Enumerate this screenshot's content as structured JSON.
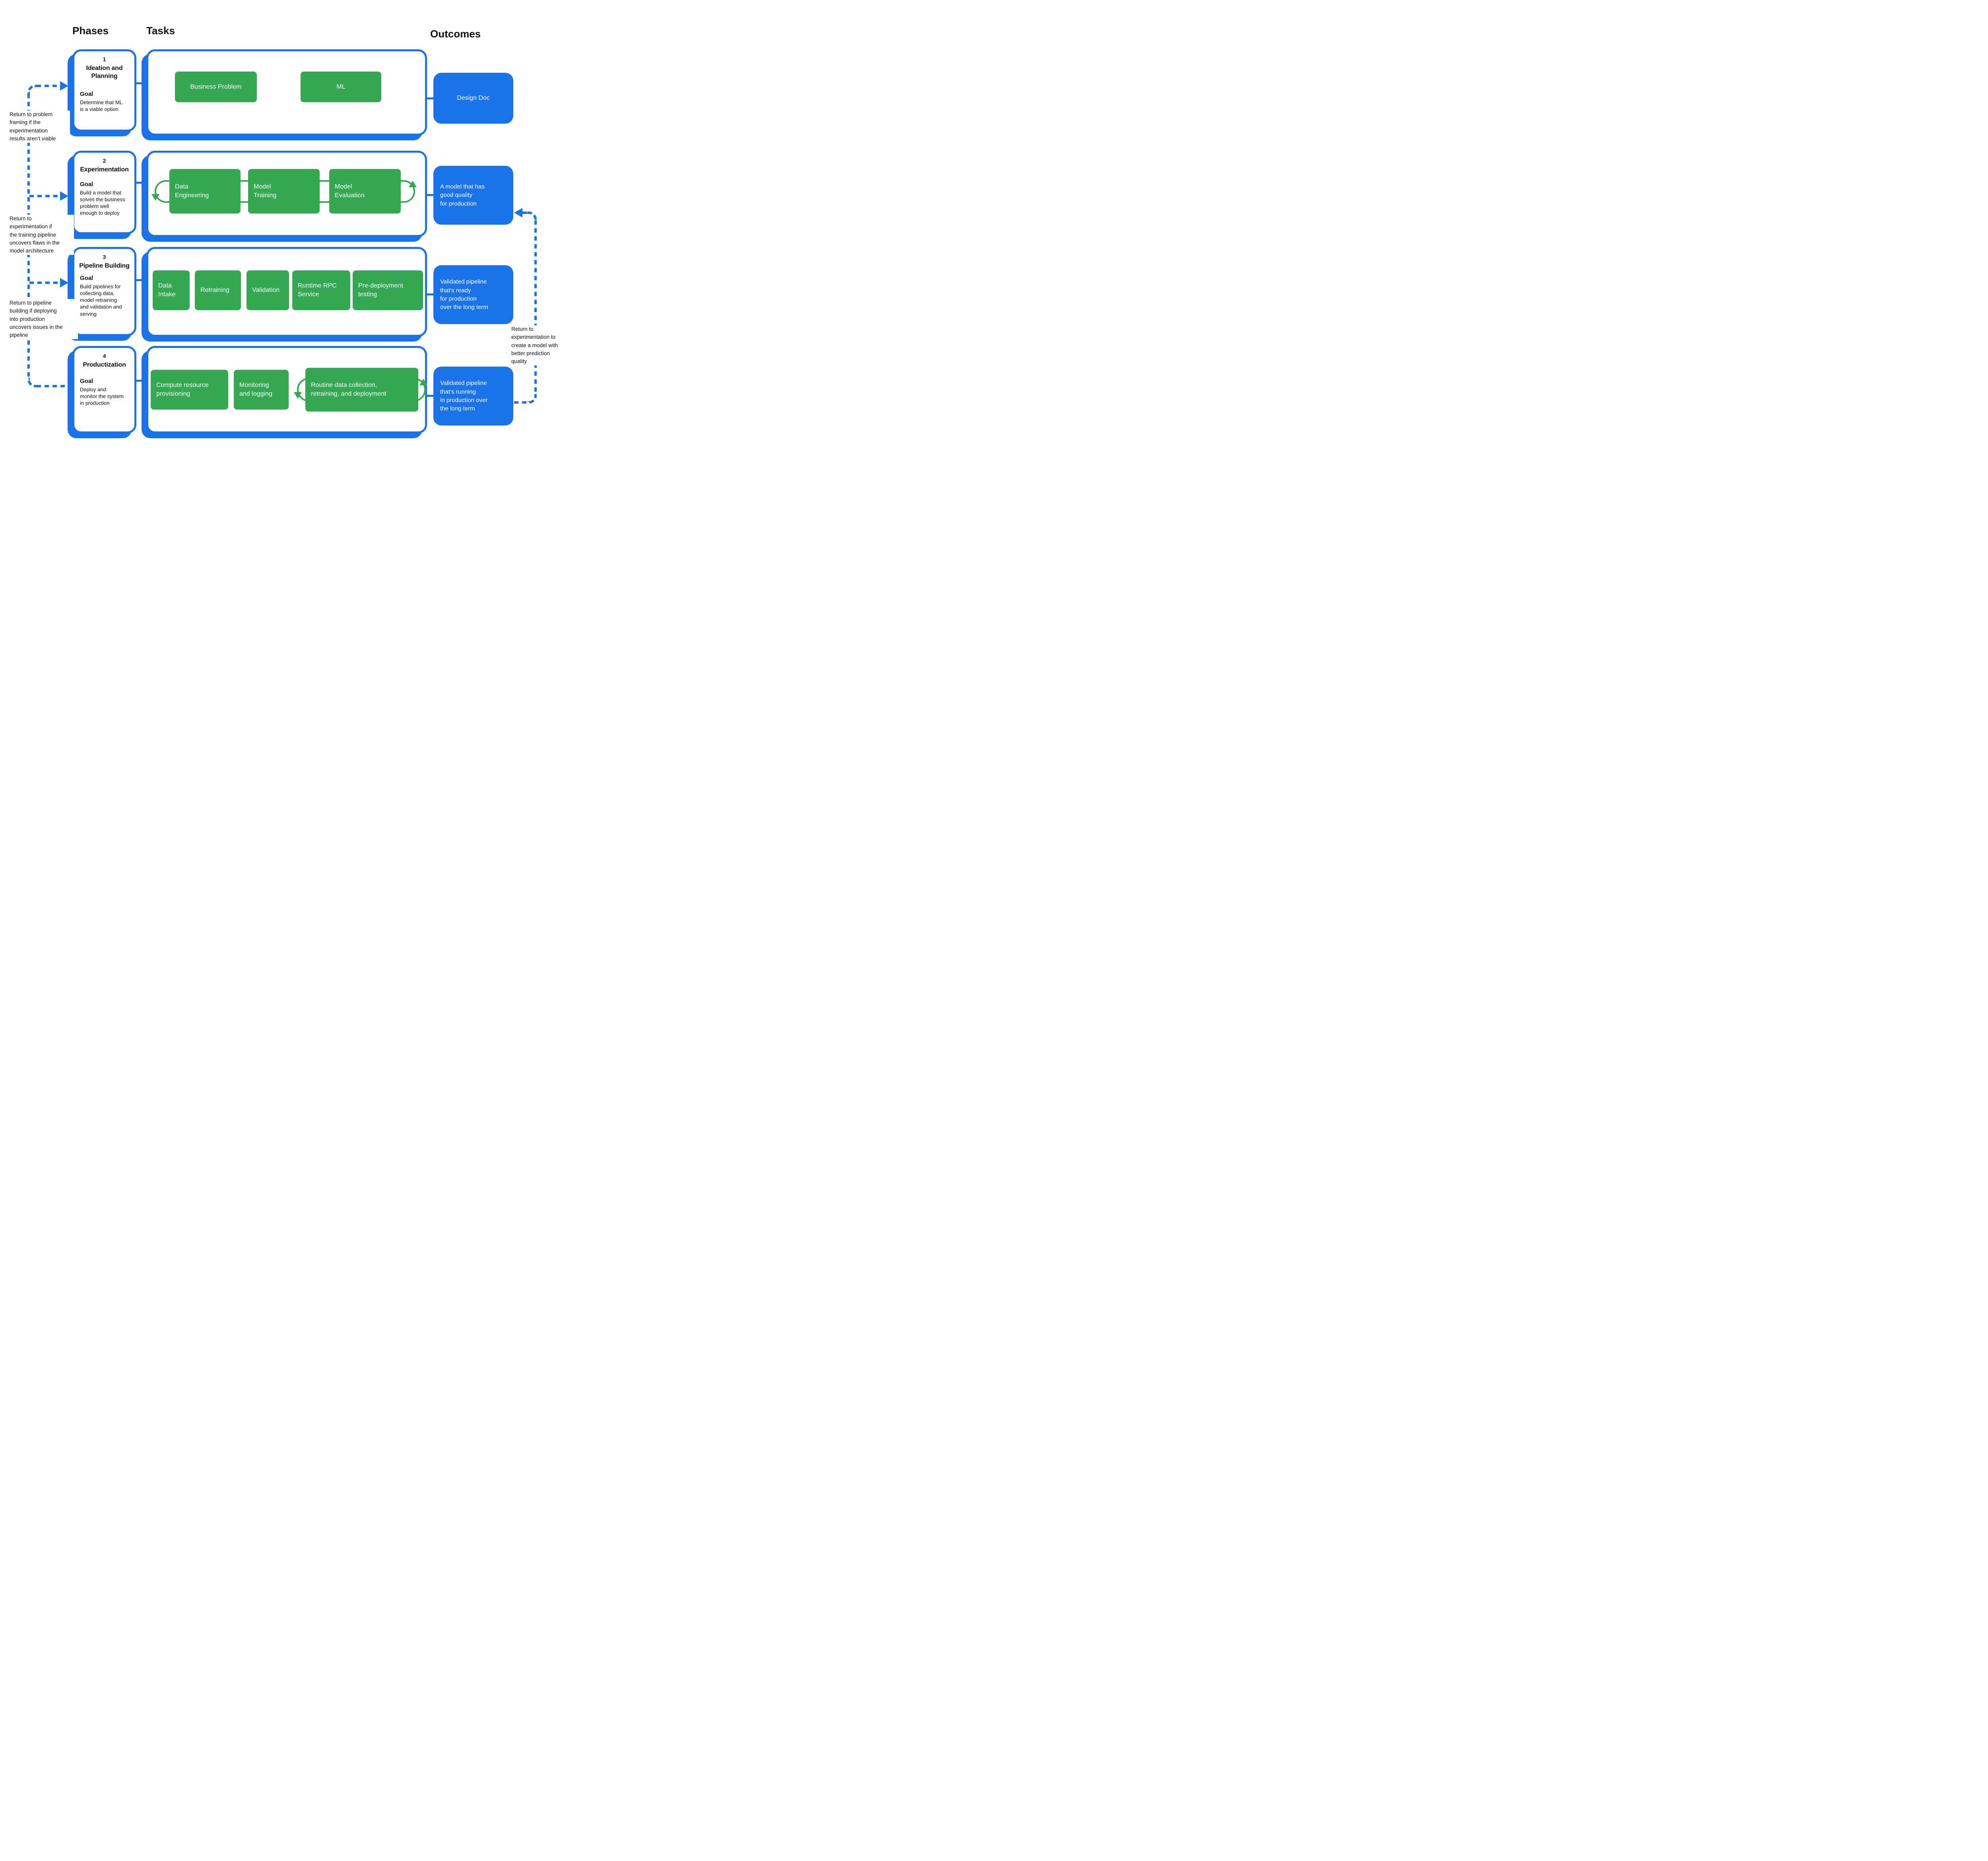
{
  "headers": {
    "phases": "Phases",
    "tasks": "Tasks",
    "outcomes": "Outcomes"
  },
  "colors": {
    "blue": "#1A73E8",
    "green": "#34A853",
    "text": "#111111"
  },
  "phases": [
    {
      "number": "1",
      "title": "Ideation and Planning",
      "goal_label": "Goal",
      "goal": "Determine that ML\nis a viable option"
    },
    {
      "number": "2",
      "title": "Experimentation",
      "goal_label": "Goal",
      "goal": "Build a model that\nsolves the business\nproblem well\nenough to deploy"
    },
    {
      "number": "3",
      "title": "Pipeline Building",
      "goal_label": "Goal",
      "goal": "Build pipelines for\ncollecting data,\nmodel retraining\nand validation and\nserving"
    },
    {
      "number": "4",
      "title": "Productization",
      "goal_label": "Goal",
      "goal": "Deploy and\nmonitor the system\nin production"
    }
  ],
  "tasks": {
    "row1": [
      "Business Problem",
      "ML"
    ],
    "row2": [
      "Data\nEngineering",
      "Model\nTraining",
      "Model\nEvaluation"
    ],
    "row3": [
      "Data\nIntake",
      "Retraining",
      "Validation",
      "Runtime RPC\nService",
      "Pre-deployment\ntesting"
    ],
    "row4": [
      "Compute  resource\nprovisioning",
      "Monitoring\nand logging",
      "Routine data collection,\nretraining, and deployment"
    ]
  },
  "outcomes": [
    "Design Doc",
    "A model that has\ngood quality\nfor production",
    "Validated pipeline\nthat’s ready\nfor production\nover the long term",
    "Validated pipeline\nthat’s running\nin production over\nthe long term"
  ],
  "annotations": {
    "left1": "Return to problem\nframing if the\nexperimentation\nresults aren’t viable",
    "left2": "Return to\nexperimentation if\nthe training pipeline\nuncovers flaws in the\nmodel architecture",
    "left3": "Return to pipeline\nbuilding if deploying\ninto production\nuncovers issues in the\npipeline",
    "right1": "Return to\nexperimentation to\ncreate a model with\nbetter prediction\nquality"
  }
}
